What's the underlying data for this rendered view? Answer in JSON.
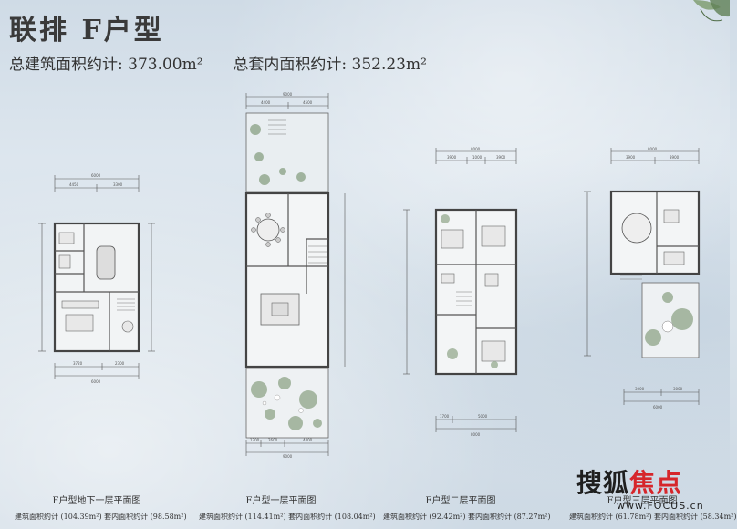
{
  "title": "联排 F户型",
  "total_gross_area": "总建筑面积约计: 373.00m²",
  "total_inner_area": "总套内面积约计: 352.23m²",
  "plans": [
    {
      "title": "F户型地下一层平面图",
      "area": "建筑面积约计 (104.39m²)  套内面积约计 (98.58m²)",
      "dim_top": "6000",
      "dim_top_parts": [
        "4450",
        "3300"
      ],
      "dim_bottom": "6000",
      "dim_bottom_parts": [
        "3720",
        "2300"
      ]
    },
    {
      "title": "F户型一层平面图",
      "area": "建筑面积约计 (114.41m²)  套内面积约计 (108.04m²)",
      "dim_top": "9000",
      "dim_top_parts": [
        "4400",
        "4500"
      ],
      "dim_bottom": "9000",
      "dim_bottom_parts": [
        "1700",
        "2600",
        "4400"
      ]
    },
    {
      "title": "F户型二层平面图",
      "area": "建筑面积约计 (92.42m²)  套内面积约计 (87.27m²)",
      "dim_top": "8000",
      "dim_top_parts": [
        "3900",
        "1000",
        "3900"
      ],
      "dim_bottom": "8000",
      "dim_bottom_parts": [
        "1700",
        "5000"
      ]
    },
    {
      "title": "F户型三层平面图",
      "area": "建筑面积约计 (61.78m²)  套内面积约计 (58.34m²)",
      "dim_top": "8000",
      "dim_top_parts": [
        "3900",
        "3900"
      ],
      "dim_bottom": "6000",
      "dim_bottom_parts": [
        "3000",
        "3000"
      ]
    }
  ],
  "logo": {
    "text_part1": "搜狐",
    "text_part2": "焦点",
    "url": "www.FOCUS.cn"
  },
  "colors": {
    "ink": "#3a3a3a",
    "wall": "#555555",
    "logo_red": "#d6262b"
  }
}
